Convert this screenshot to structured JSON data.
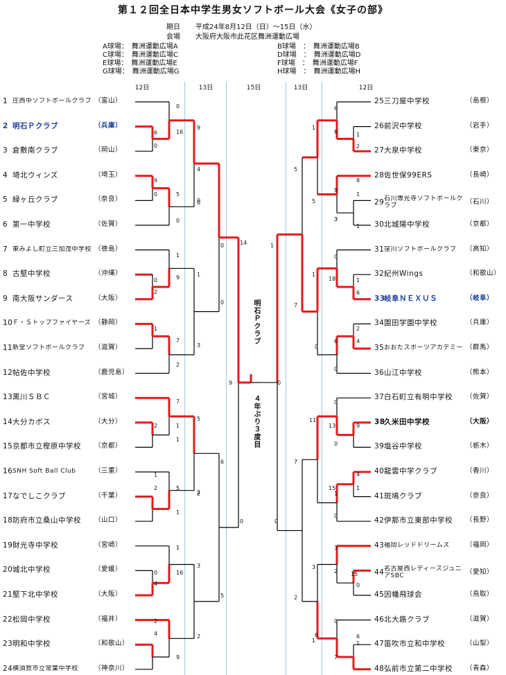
{
  "title": "第１２回全日本中学生男女ソフトボール大会《女子の部》",
  "info": {
    "date_label": "期日",
    "date_value": "平成24年8月12日（日）〜15日（水）",
    "venue_label": "会場",
    "venue_value": "大阪府大阪市此花区舞洲運動広場",
    "fields_left": [
      "A球場：　舞洲運動広場A",
      "C球場：　舞洲運動広場C",
      "E球場：　舞洲運動広場E",
      "G球場：　舞洲運動広場G"
    ],
    "fields_right": [
      "B球場　：　舞洲運動広場B",
      "D球場　：　舞洲運動広場D",
      "F球場　：　舞洲運動広場F",
      "H球場　：　舞洲運動広場H"
    ]
  },
  "day_headers": [
    "12日",
    "13日",
    "15日",
    "13日",
    "12日"
  ],
  "left_teams": [
    {
      "no": "1",
      "name": "庄西中ソフトボールクラブ",
      "pref": "富山"
    },
    {
      "no": "2",
      "name": "明石Ｐクラブ",
      "pref": "兵庫"
    },
    {
      "no": "3",
      "name": "倉敷南クラブ",
      "pref": "岡山"
    },
    {
      "no": "4",
      "name": "埼北ウィンズ",
      "pref": "埼玉"
    },
    {
      "no": "5",
      "name": "緑ヶ丘クラブ",
      "pref": "奈良"
    },
    {
      "no": "6",
      "name": "第一中学校",
      "pref": "佐賀"
    },
    {
      "no": "7",
      "name": "東みよし町立三加茂中学校",
      "pref": "徳島"
    },
    {
      "no": "8",
      "name": "古堅中学校",
      "pref": "沖縄"
    },
    {
      "no": "9",
      "name": "南大阪サンダース",
      "pref": "大阪"
    },
    {
      "no": "10",
      "name": "Ｆ・Ｓトップファイヤーズ",
      "pref": "静岡"
    },
    {
      "no": "11",
      "name": "新堂ソフトボールクラブ",
      "pref": "滋賀"
    },
    {
      "no": "12",
      "name": "帖佐中学校",
      "pref": "鹿児島"
    },
    {
      "no": "13",
      "name": "黒川ＳＢＣ",
      "pref": "宮城"
    },
    {
      "no": "14",
      "name": "大分カボス",
      "pref": "大分"
    },
    {
      "no": "15",
      "name": "京都市立樫原中学校",
      "pref": "京都"
    },
    {
      "no": "16",
      "name": "SNH Soft Ball Club",
      "pref": "三重"
    },
    {
      "no": "17",
      "name": "なでしこクラブ",
      "pref": "千葉"
    },
    {
      "no": "18",
      "name": "防府市立桑山中学校",
      "pref": "山口"
    },
    {
      "no": "19",
      "name": "財光寺中学校",
      "pref": "宮崎"
    },
    {
      "no": "20",
      "name": "城北中学校",
      "pref": "愛媛"
    },
    {
      "no": "21",
      "name": "堅下北中学校",
      "pref": "大阪"
    },
    {
      "no": "22",
      "name": "松岡中学校",
      "pref": "福井"
    },
    {
      "no": "23",
      "name": "明和中学校",
      "pref": "和歌山"
    },
    {
      "no": "24",
      "name": "横須賀市立常葉中学校",
      "pref": "神奈川"
    }
  ],
  "right_teams": [
    {
      "no": "25",
      "name": "三刀屋中学校",
      "pref": "島根"
    },
    {
      "no": "26",
      "name": "前沢中学校",
      "pref": "岩手"
    },
    {
      "no": "27",
      "name": "大泉中学校",
      "pref": "東京"
    },
    {
      "no": "28",
      "name": "佐世保99ERS",
      "pref": "長崎"
    },
    {
      "no": "29",
      "name": "石川専光寺ソフトボールクラブ",
      "pref": "石川"
    },
    {
      "no": "30",
      "name": "北城陽中学校",
      "pref": "京都"
    },
    {
      "no": "31",
      "name": "窪川ソフトボールクラブ",
      "pref": "高知"
    },
    {
      "no": "32",
      "name": "紀州Wings",
      "pref": "和歌山"
    },
    {
      "no": "33",
      "name": "岐阜ＮＥＸＵＳ",
      "pref": "岐阜"
    },
    {
      "no": "34",
      "name": "園田学園中学校",
      "pref": "兵庫"
    },
    {
      "no": "35",
      "name": "おおたスポーツアカデミー",
      "pref": "群馬"
    },
    {
      "no": "36",
      "name": "山江中学校",
      "pref": "熊本"
    },
    {
      "no": "37",
      "name": "白石町立有明中学校",
      "pref": "佐賀"
    },
    {
      "no": "38",
      "name": "久米田中学校",
      "pref": "大阪"
    },
    {
      "no": "39",
      "name": "塩谷中学校",
      "pref": "栃木"
    },
    {
      "no": "40",
      "name": "龍雲中学クラブ",
      "pref": "香川"
    },
    {
      "no": "41",
      "name": "斑鳩クラブ",
      "pref": "奈良"
    },
    {
      "no": "42",
      "name": "伊那市立東部中学校",
      "pref": "長野"
    },
    {
      "no": "43",
      "name": "福岡レッドドリームズ",
      "pref": "福岡"
    },
    {
      "no": "44",
      "name": "名古屋西レディースジュニアSBC",
      "pref": "愛知"
    },
    {
      "no": "45",
      "name": "因幡飛球会",
      "pref": "鳥取"
    },
    {
      "no": "46",
      "name": "北大路クラブ",
      "pref": "滋賀"
    },
    {
      "no": "47",
      "name": "笛吹市立和中学校",
      "pref": "山梨"
    },
    {
      "no": "48",
      "name": "弘前市立第二中学校",
      "pref": "青森"
    }
  ],
  "center": {
    "champion": "明石Ｐクラブ",
    "note": "４年ぶり３度目",
    "final_left_score": "9",
    "final_right_score": "0"
  },
  "scores": {
    "L": [
      [
        "0",
        "6",
        "0",
        "16",
        "9",
        "4",
        "0",
        "0",
        "14"
      ],
      [
        "9",
        "0",
        "5",
        "0",
        "0"
      ],
      [
        "1",
        "0",
        "9",
        "2",
        "1",
        "0"
      ],
      [
        "1",
        "7",
        "3",
        "2"
      ],
      [
        "7",
        "2",
        "1",
        "5",
        "6",
        "2",
        "1"
      ],
      [
        "1",
        "2",
        "5",
        "1",
        "2",
        "0"
      ],
      [
        "1",
        "0",
        "16",
        "4",
        "3",
        "5"
      ],
      [
        "2",
        "4",
        "9",
        "2"
      ]
    ],
    "R": [
      [
        "6",
        "1",
        "8",
        "2",
        "1",
        "5",
        "5",
        "3"
      ],
      [
        "8",
        "1",
        "9",
        "1",
        "3",
        "1"
      ],
      [
        "0",
        "1",
        "18",
        "6",
        "1",
        "7"
      ],
      [
        "2",
        "4",
        "6",
        "0",
        "0"
      ],
      [
        "0",
        "9",
        "13",
        "0",
        "11",
        "7"
      ],
      [
        "4",
        "1",
        "15",
        "1",
        "0",
        "0"
      ],
      [
        "3",
        "15",
        "0",
        "2",
        "3",
        "2"
      ],
      [
        "0",
        "6",
        "7",
        "1",
        "6",
        "1"
      ]
    ]
  }
}
